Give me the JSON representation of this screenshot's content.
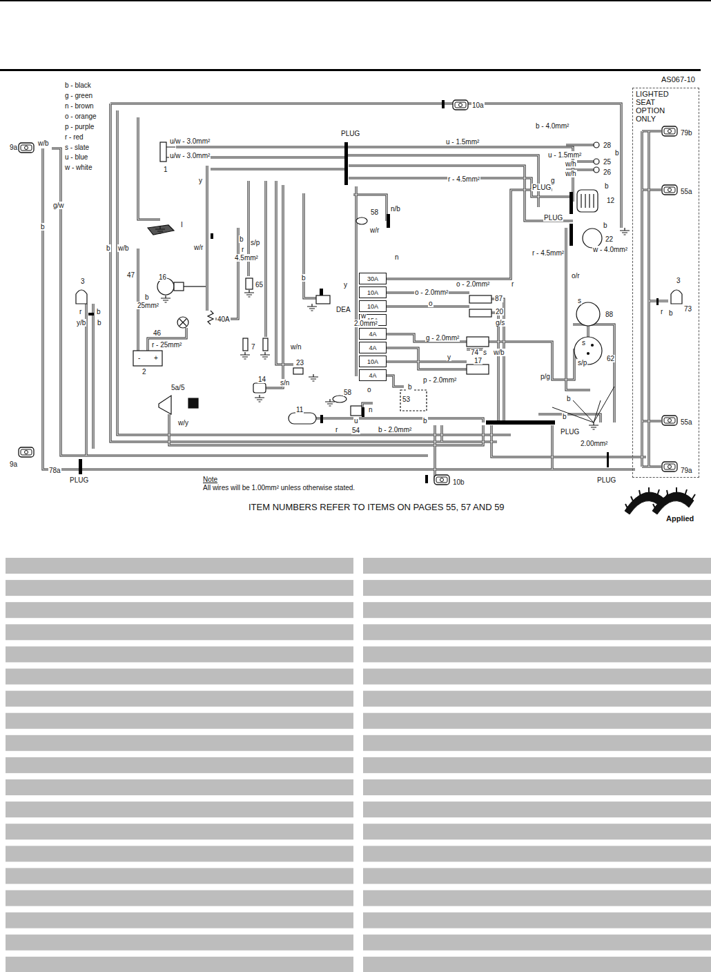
{
  "diagram": {
    "caption": "ITEM NUMBERS REFER TO ITEMS ON PAGES 55, 57 AND 59",
    "nodes": [
      {
        "text": [
          "LIGHTED SEAT OPTION ONLY"
        ]
      },
      {
        "text": [
          "30A"
        ]
      },
      {
        "text": [
          "10A"
        ]
      },
      {
        "text": [
          "10A"
        ]
      },
      {
        "text": [
          "15A"
        ]
      },
      {
        "text": [
          "4A"
        ]
      },
      {
        "text": [
          "4A"
        ]
      },
      {
        "text": [
          "10A"
        ]
      },
      {
        "text": [
          "4A"
        ]
      }
    ],
    "labels": [
      "b - black",
      "g - green",
      "n - brown",
      "o - orange",
      "p - purple",
      "r - red",
      "s - slate",
      "u - blue",
      "w - white",
      "AS067-10",
      "10a",
      "b - 4.0mm²",
      "PLUG",
      "u/w - 3.0mm²",
      "u/w - 3.0mm²",
      "1",
      "u - 1.5mm²",
      "u - 1.5mm²",
      "28",
      "b",
      "25",
      "w/h",
      "26",
      "w/h",
      "9a",
      "w/b",
      "g/w",
      "b",
      "y",
      "r - 4.5mm²",
      "g",
      "PLUG",
      "b",
      "12",
      "PLUG",
      "58",
      "n/b",
      "w/r",
      "b",
      "22",
      "r - 4.5mm²",
      "w - 4.0mm²",
      "I",
      "b",
      "w/b",
      "w/r",
      "r",
      "4.5mm²",
      "b",
      "s/p",
      "47",
      "3",
      "r",
      "b",
      "16",
      "65",
      "n",
      "b",
      "y",
      "DEA",
      "o - 2.0mm²",
      "o - 2.0mm²",
      "87",
      "r",
      "o/r",
      "s",
      "88",
      "3",
      "r",
      "b",
      "73",
      "o",
      "20",
      "w",
      "2.0mm²",
      "b",
      "25mm²",
      "40A",
      "y/b",
      "b",
      "g/s",
      "46",
      "r - 25mm²",
      "7",
      "w/n",
      "g - 2.0mm²",
      "74",
      "s",
      "w/b",
      "s",
      "62",
      "s/p",
      "-",
      "+",
      "2",
      "y",
      "23",
      "17",
      "p - 2.0mm²",
      "p/g",
      "14",
      "s/n",
      "5a/5",
      "o",
      "b",
      "58",
      "53",
      "b",
      "11",
      "n",
      "u",
      "54",
      "b - 2.0mm²",
      "b",
      "w/y",
      "r",
      "b",
      "PLUG",
      "2.00mm²",
      "9a",
      "78a",
      "PLUG",
      "10b",
      "PLUG",
      "Note",
      "All wires will be 1.00mm² unless otherwise stated.",
      "79b",
      "55a",
      "55a",
      "79a",
      "Applied"
    ]
  }
}
